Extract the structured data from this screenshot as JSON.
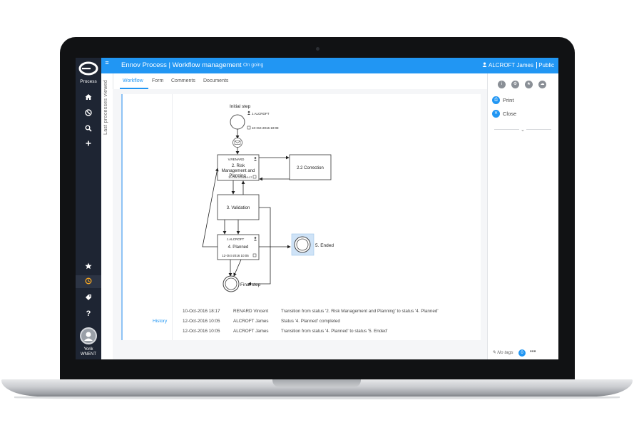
{
  "app": {
    "logo_label": "Process",
    "title": "Ennov Process | Workflow management",
    "status": "On going",
    "user": "ALCROFT James",
    "visibility": "Public",
    "side_strip_label": "Last processes viewed",
    "current_user": {
      "first": "Yorik",
      "last": "WNENT"
    }
  },
  "nav_icons": [
    "home-icon",
    "compass-icon",
    "search-icon",
    "plus-icon",
    "star-icon",
    "history-icon",
    "tag-icon",
    "help-icon"
  ],
  "tabs": [
    {
      "label": "Workflow",
      "active": true
    },
    {
      "label": "Form",
      "active": false
    },
    {
      "label": "Comments",
      "active": false
    },
    {
      "label": "Documents",
      "active": false
    }
  ],
  "workflow": {
    "initial": {
      "label": "Initial step",
      "user": "J.ALCROFT",
      "date": "10-Oct-2016 10:08"
    },
    "step2": {
      "user": "V.RENARD",
      "line1": "2. Risk",
      "line2": "Management and",
      "line3": "Planning",
      "date": "10-Oct-2016 10:17"
    },
    "correction": {
      "label": "2.2 Correction"
    },
    "validation": {
      "label": "3. Validation"
    },
    "planned": {
      "user": "J.ALCROFT",
      "label": "4. Planned",
      "date": "12-Oct-2016 10:05"
    },
    "ended": {
      "label": "5. Ended"
    },
    "final": {
      "label": "Final step"
    }
  },
  "history": {
    "label": "History",
    "rows": [
      {
        "date": "10-Oct-2016 18:17",
        "user": "RENARD Vincent",
        "text": "Transition from status '2. Risk Management and Planning' to status '4. Planned'"
      },
      {
        "date": "12-Oct-2016 10:05",
        "user": "ALCROFT James",
        "text": "Status '4. Planned' completed"
      },
      {
        "date": "12-Oct-2016 10:05",
        "user": "ALCROFT James",
        "text": "Transition from status '4. Planned' to status '5. Ended'"
      }
    ]
  },
  "right_panel": {
    "print_label": "Print",
    "close_label": "Close",
    "tags_label": "No tags",
    "tags_count": "0",
    "more_label": "•••"
  },
  "colors": {
    "accent": "#2196f3",
    "rail": "#1e2533",
    "history_active": "#f5a623"
  }
}
